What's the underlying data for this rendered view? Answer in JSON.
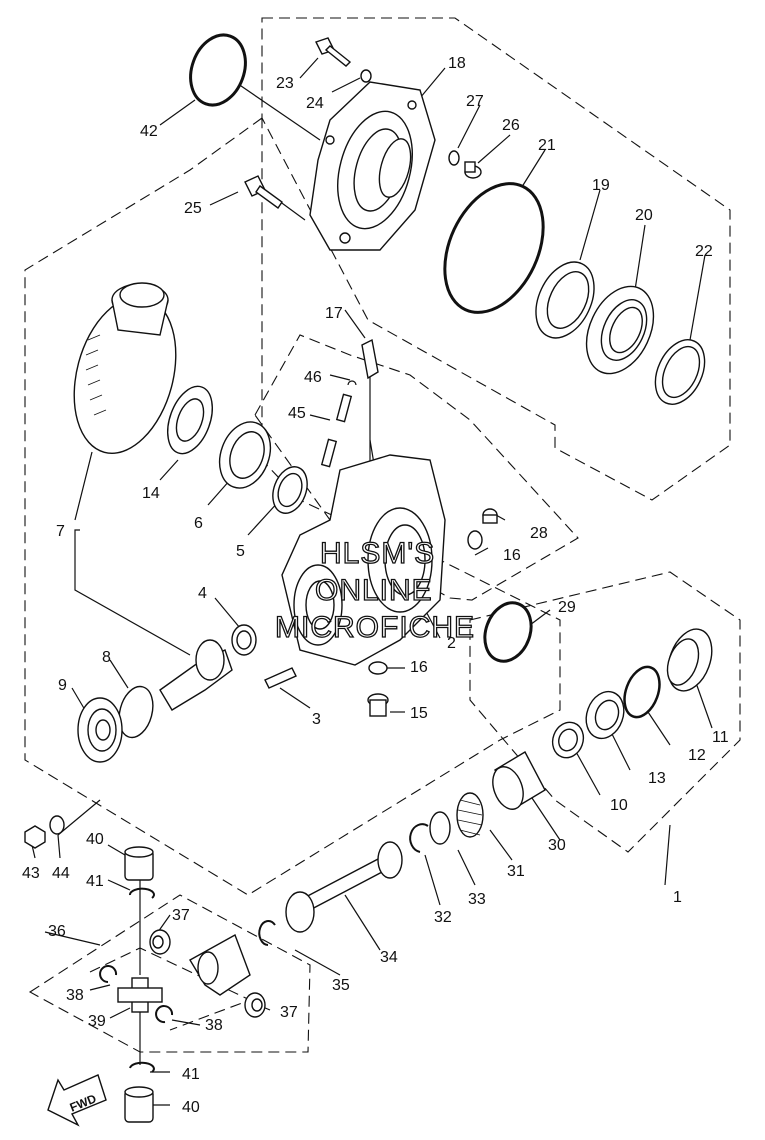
{
  "diagram": {
    "watermark": [
      "HLSM'S",
      "ONLINE",
      "MICROFICHE"
    ],
    "fwd_label": "FWD",
    "callouts": [
      {
        "id": "c1",
        "text": "1"
      },
      {
        "id": "c2",
        "text": "2"
      },
      {
        "id": "c3",
        "text": "3"
      },
      {
        "id": "c4",
        "text": "4"
      },
      {
        "id": "c5",
        "text": "5"
      },
      {
        "id": "c6",
        "text": "6"
      },
      {
        "id": "c7",
        "text": "7"
      },
      {
        "id": "c8",
        "text": "8"
      },
      {
        "id": "c9",
        "text": "9"
      },
      {
        "id": "c10",
        "text": "10"
      },
      {
        "id": "c11",
        "text": "11"
      },
      {
        "id": "c12",
        "text": "12"
      },
      {
        "id": "c13",
        "text": "13"
      },
      {
        "id": "c14",
        "text": "14"
      },
      {
        "id": "c15",
        "text": "15"
      },
      {
        "id": "c16a",
        "text": "16"
      },
      {
        "id": "c16b",
        "text": "16"
      },
      {
        "id": "c17",
        "text": "17"
      },
      {
        "id": "c18",
        "text": "18"
      },
      {
        "id": "c19",
        "text": "19"
      },
      {
        "id": "c20",
        "text": "20"
      },
      {
        "id": "c21",
        "text": "21"
      },
      {
        "id": "c22",
        "text": "22"
      },
      {
        "id": "c23",
        "text": "23"
      },
      {
        "id": "c24",
        "text": "24"
      },
      {
        "id": "c25",
        "text": "25"
      },
      {
        "id": "c26",
        "text": "26"
      },
      {
        "id": "c27",
        "text": "27"
      },
      {
        "id": "c28",
        "text": "28"
      },
      {
        "id": "c29",
        "text": "29"
      },
      {
        "id": "c30",
        "text": "30"
      },
      {
        "id": "c31",
        "text": "31"
      },
      {
        "id": "c32",
        "text": "32"
      },
      {
        "id": "c33",
        "text": "33"
      },
      {
        "id": "c34",
        "text": "34"
      },
      {
        "id": "c35",
        "text": "35"
      },
      {
        "id": "c36",
        "text": "36"
      },
      {
        "id": "c37a",
        "text": "37"
      },
      {
        "id": "c37b",
        "text": "37"
      },
      {
        "id": "c38a",
        "text": "38"
      },
      {
        "id": "c38b",
        "text": "38"
      },
      {
        "id": "c39",
        "text": "39"
      },
      {
        "id": "c40a",
        "text": "40"
      },
      {
        "id": "c40b",
        "text": "40"
      },
      {
        "id": "c41a",
        "text": "41"
      },
      {
        "id": "c41b",
        "text": "41"
      },
      {
        "id": "c42",
        "text": "42"
      },
      {
        "id": "c43",
        "text": "43"
      },
      {
        "id": "c44",
        "text": "44"
      },
      {
        "id": "c45",
        "text": "45"
      },
      {
        "id": "c46",
        "text": "46"
      }
    ]
  }
}
